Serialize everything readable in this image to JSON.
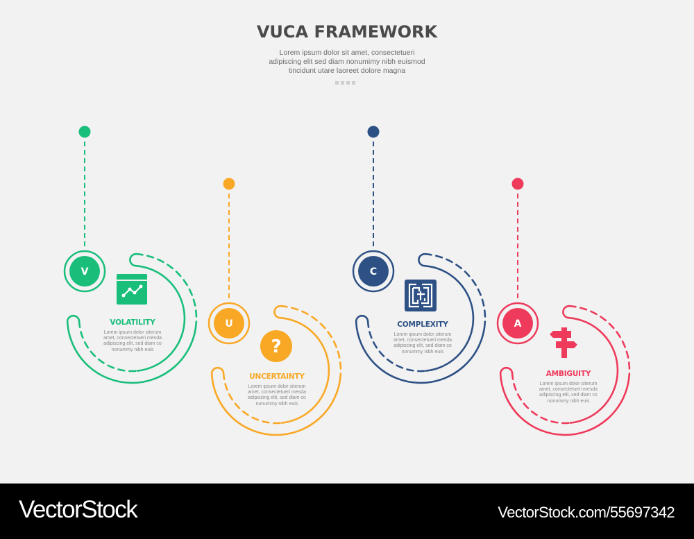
{
  "header": {
    "title": "VUCA FRAMEWORK",
    "subtitle_lines": [
      "Lorem ipsum dolor sit amet, consectetueri",
      "adipiscing elit sed diam nonumimy nibh euismod",
      "tincidunt utare laoreet dolore magna"
    ],
    "dots_count": 4
  },
  "colors": {
    "background": "#f2f2f2",
    "title": "#4a4a4a",
    "body_text": "#8a8a8a"
  },
  "units": [
    {
      "letter": "V",
      "title": "VOLATILITY",
      "icon": "chart-window-icon",
      "color": "#19be7b",
      "body_lines": [
        "Lorem ipsum dolor siterum",
        "amet, consectetueri mesda",
        "adipiscing elit, sed diam co",
        "nonummy nibh euis"
      ]
    },
    {
      "letter": "U",
      "title": "UNCERTAINTY",
      "icon": "question-mark-icon",
      "color": "#f9a826",
      "body_lines": [
        "Lorem ipsum dolor siterum",
        "amet, consectetueri mesda",
        "adipiscing elit, sed diam co",
        "nonummy nibh euis"
      ]
    },
    {
      "letter": "C",
      "title": "COMPLEXITY",
      "icon": "maze-icon",
      "color": "#2e5185",
      "body_lines": [
        "Lorem ipsum dolor siterum",
        "amet, consectetueri mesda",
        "adipiscing elit, sed diam co",
        "nonummy nibh euis"
      ]
    },
    {
      "letter": "A",
      "title": "AMBIGUITY",
      "icon": "signpost-icon",
      "color": "#ee3b5b",
      "body_lines": [
        "Lorem ipsum dolor siterum",
        "amet, consectetueri mesda",
        "adipiscing elit, sed diam co",
        "nonummy nibh euis"
      ]
    }
  ],
  "footer": {
    "brand": "VectorStock",
    "url": "VectorStock.com/55697342"
  }
}
